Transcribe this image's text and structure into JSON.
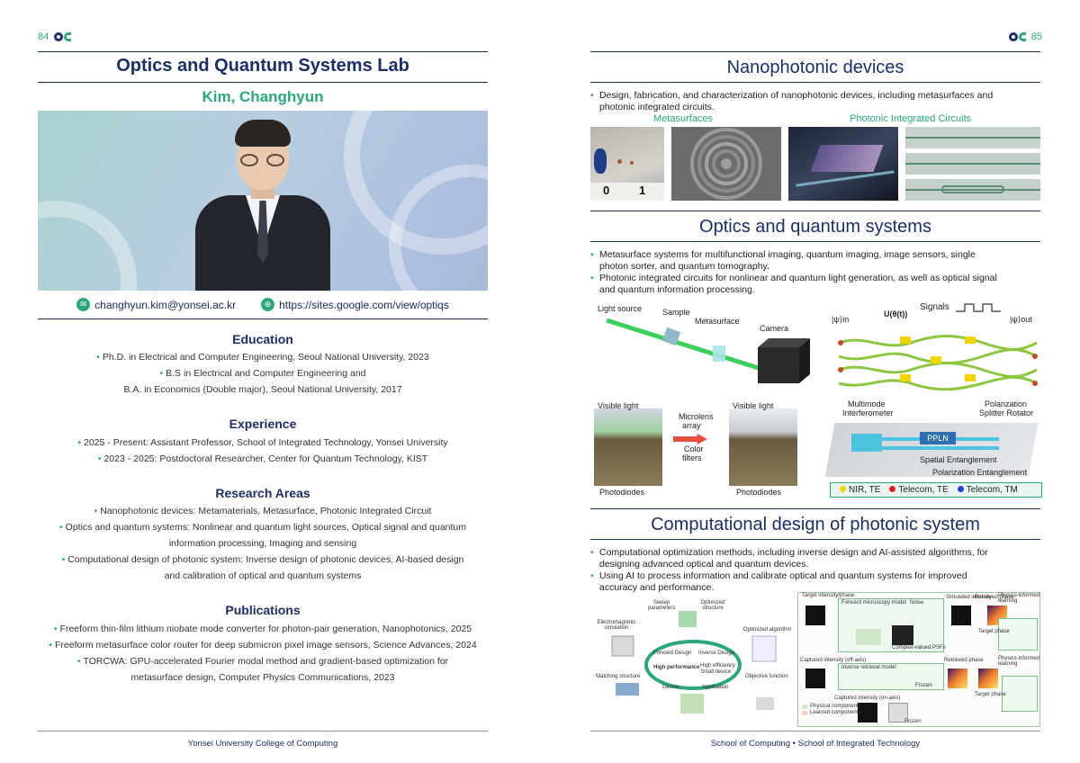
{
  "left_page": {
    "page_number": "84",
    "lab_title": "Optics and Quantum Systems Lab",
    "person_name": "Kim, Changhyun",
    "email": "changhyun.kim@yonsei.ac.kr",
    "website": "https://sites.google.com/view/optiqs",
    "education": {
      "title": "Education",
      "items": [
        "Ph.D. in Electrical and Computer Engineering, Seoul National University, 2023",
        "B.S in Electrical and Computer Engineering and",
        "B.A. in Economics (Double major), Seoul National University, 2017"
      ]
    },
    "experience": {
      "title": "Experience",
      "items": [
        "2025 - Present: Assistant Professor, School of Integrated Technology, Yonsei University",
        "2023 - 2025: Postdoctoral Researcher, Center for Quantum Technology, KIST"
      ]
    },
    "research": {
      "title": "Research Areas",
      "items": [
        "Nanophotonic devices: Metamaterials, Metasurface, Photonic Integrated Circuit",
        "Optics and quantum systems: Nonlinear and quantum light sources, Optical signal and quantum",
        "information processing, Imaging and sensing",
        "Computational design of photonic system: Inverse design of photonic devices, AI-based design",
        "and calibration of optical and quantum systems"
      ]
    },
    "publications": {
      "title": "Publications",
      "items": [
        "Freeform thin-film lithium niobate mode converter for photon-pair generation, Nanophotonics, 2025",
        "Freeform metasurface color router for deep submicron pixel image sensors, Science Advances, 2024",
        "TORCWA: GPU-accelerated Fourier modal method and gradient-based optimization for",
        "metasurface design, Computer Physics Communications, 2023"
      ]
    },
    "footer": "Yonsei University College of Computing"
  },
  "right_page": {
    "page_number": "85",
    "nano": {
      "title": "Nanophotonic devices",
      "text_line1": "Design, fabrication, and characterization of nanophotonic devices, including metasurfaces and",
      "text_line2": "photonic integrated circuits.",
      "cap_meta": "Metasurfaces",
      "cap_pic": "Photonic Integrated Circuits",
      "ruler_0": "0",
      "ruler_1": "1"
    },
    "optics": {
      "title": "Optics and quantum systems",
      "b1_line1": "Metasurface systems for multifunctional imaging, quantum imaging, image sensors, single",
      "b1_line2": "photon sorter, and quantum tomography.",
      "b2_line1": "Photonic integrated circuits for nonlinear and quantum light generation, as well as optical signal",
      "b2_line2": "and quantum information processing.",
      "labels": {
        "light_source": "Light source",
        "sample": "Sample",
        "metasurface": "Metasurface",
        "camera": "Camera",
        "signals": "Signals",
        "psi_in": "|ψ⟩in",
        "u_theta": "U(θ(t))",
        "psi_out": "|ψ⟩out",
        "visible_light_a": "Visible light",
        "visible_light_b": "Visible light",
        "microlens": "Microlens",
        "array": "array",
        "color": "Color",
        "filters": "filters",
        "photodiodes_a": "Photodiodes",
        "photodiodes_b": "Photodiodes",
        "mmi_1": "Multimode",
        "mmi_2": "Interferometer",
        "psr_1": "Polarization",
        "psr_2": "Splitter Rotator",
        "ppln": "PPLN",
        "spatial": "Spatial Entanglement",
        "polarization": "Polarization Entanglement"
      },
      "legend": [
        {
          "label": "NIR, TE",
          "color": "#f2d400"
        },
        {
          "label": "Telecom, TE",
          "color": "#e02020"
        },
        {
          "label": "Telecom, TM",
          "color": "#2040d0"
        }
      ]
    },
    "comp": {
      "title": "Computational design of photonic system",
      "b1_line1": "Computational optimization methods, including inverse design and AI-assisted algorithms, for",
      "b1_line2": "designing advanced optical and quantum devices.",
      "b2_line1": "Using AI to process information and calibrate optical and quantum systems for improved",
      "b2_line2": "accuracy and performance.",
      "labels": {
        "sweep": "Sweep parameters",
        "optimized_structure": "Optimized structure",
        "em_sim": "Electromagnetic simulation",
        "forward": "Forward Design",
        "inverse": "Inverse Design",
        "high_perf": "High performance",
        "high_eff": "High efficiency",
        "small": "Small device",
        "opt_alg": "Optimized algorithm",
        "matching": "Matching structure",
        "device": "Device",
        "application": "Application",
        "objective": "Objective function",
        "target_intensity": "Target intensity/phase",
        "fwd_model": "Forward microscopy model",
        "noise": "Noise",
        "simulated": "Simulated intensity",
        "retrieved_a": "Retrieved phase",
        "pinn_a": "Physics-informed learning",
        "target_phase_a": "Target phase",
        "captured_off": "Captured intensity (off-axis)",
        "inv_model": "Inverse retrieval model",
        "frozen_a": "Frozen",
        "retrieved_b": "Retrieved phase",
        "pinn_b": "Physics-informed learning",
        "target_phase_b": "Target phase",
        "captured_on": "Captured intensity (on-axis)",
        "frozen_b": "Frozen",
        "physical": "Physical components",
        "learned": "Learned components",
        "complex_psf": "Complex-valued PSFs"
      }
    },
    "footer": "School of Computing • School of Integrated Technology"
  },
  "colors": {
    "navy": "#1a2f66",
    "green": "#2aa879"
  }
}
